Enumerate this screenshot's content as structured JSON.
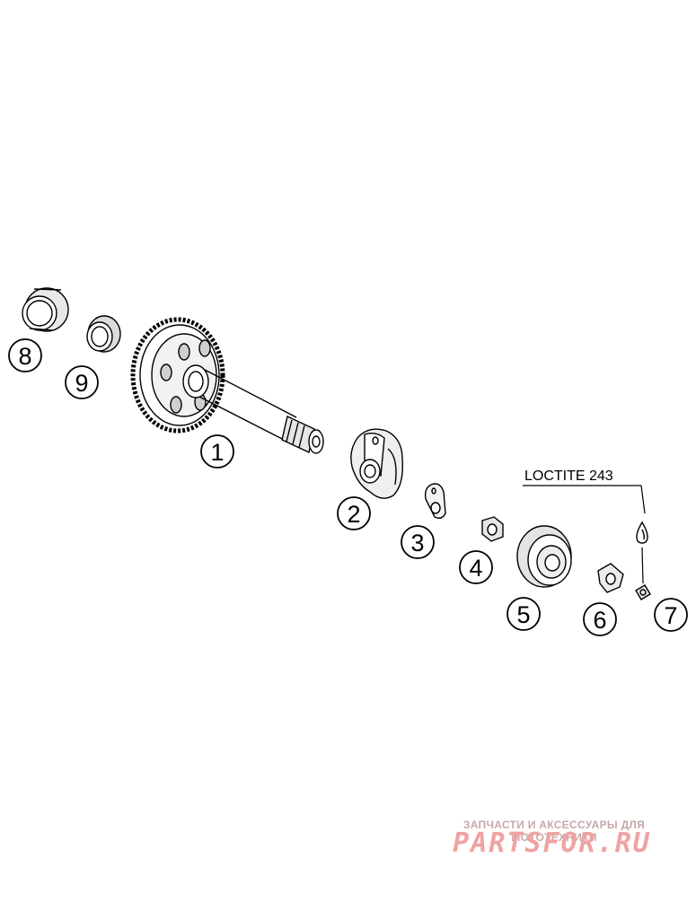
{
  "parts": [
    {
      "number": "1"
    },
    {
      "number": "2"
    },
    {
      "number": "3"
    },
    {
      "number": "4"
    },
    {
      "number": "5"
    },
    {
      "number": "6"
    },
    {
      "number": "7"
    },
    {
      "number": "8"
    },
    {
      "number": "9"
    }
  ],
  "note": "LOCTITE 243",
  "watermark": {
    "tagline": "ЗАПЧАСТИ И АКСЕССУАРЫ ДЛЯ МОТОТЕХНИКИ",
    "brand": "PARTSFOR.RU"
  },
  "colors": {
    "line": "#000000",
    "watermark_tagline": "#c9a7a7",
    "watermark_brand": "#efa3a3"
  }
}
